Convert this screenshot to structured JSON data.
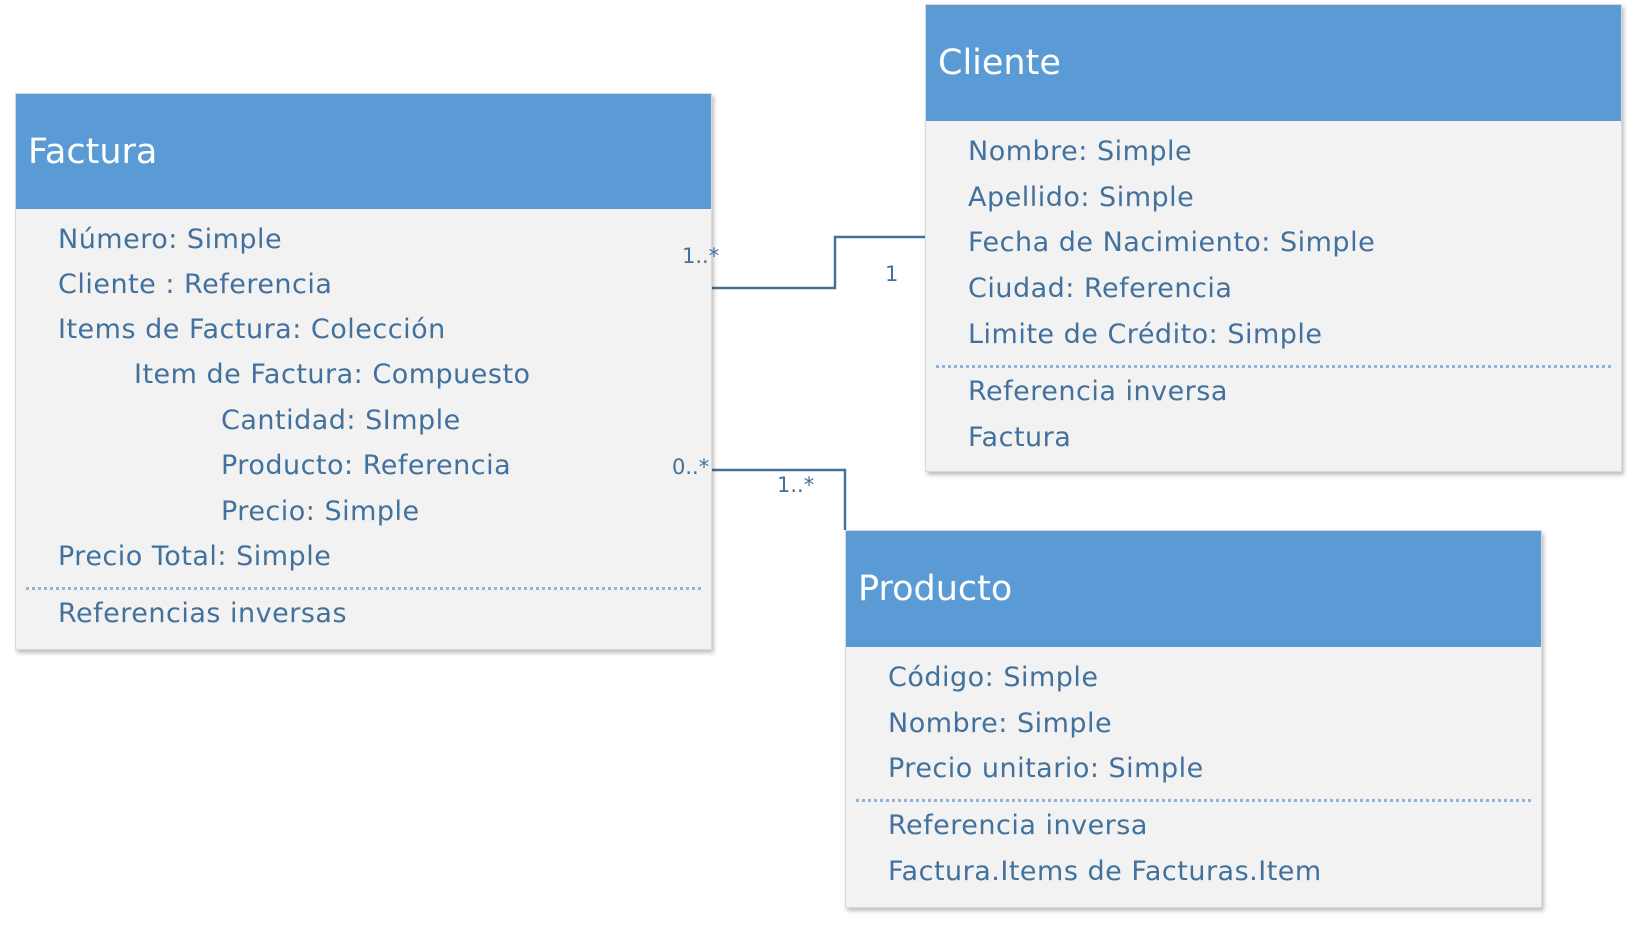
{
  "factura": {
    "title": "Factura",
    "attributes": [
      "Número: Simple",
      "Cliente : Referencia",
      "Items de Factura: Colección",
      "Item de Factura: Compuesto",
      "Cantidad: SImple",
      "Producto: Referencia",
      "Precio: Simple",
      "Precio Total: Simple"
    ],
    "inverse": [
      "Referencias inversas"
    ]
  },
  "cliente": {
    "title": "Cliente",
    "attributes": [
      "Nombre: Simple",
      "Apellido: Simple",
      "Fecha de Nacimiento: Simple",
      "Ciudad: Referencia",
      "Limite de Crédito: Simple"
    ],
    "inverse": [
      "Referencia inversa",
      "Factura"
    ]
  },
  "producto": {
    "title": "Producto",
    "attributes": [
      "Código: Simple",
      "Nombre: Simple",
      "Precio unitario: Simple"
    ],
    "inverse": [
      "Referencia inversa",
      "Factura.Items de Facturas.Item"
    ]
  },
  "relations": {
    "factura_cliente": {
      "from_multiplicity": "1..*",
      "to_multiplicity": "1"
    },
    "factura_producto": {
      "from_multiplicity": "0..*",
      "to_multiplicity": "1..*"
    }
  },
  "colors": {
    "header": "#5b9bd5",
    "body": "#f2f2f2",
    "text": "#41719c",
    "connector": "#41719c"
  }
}
